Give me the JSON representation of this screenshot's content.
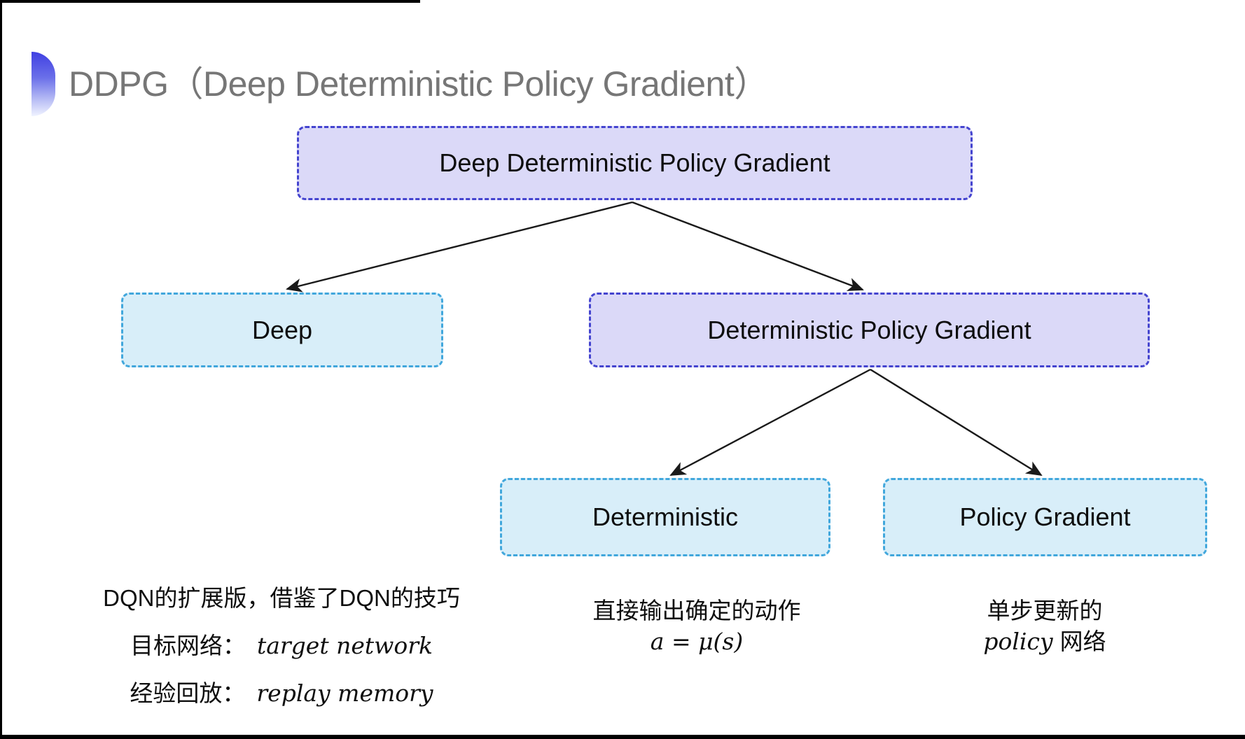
{
  "title": "DDPG（Deep Deterministic Policy Gradient）",
  "tree": {
    "root": "Deep Deterministic Policy Gradient",
    "deep": "Deep",
    "dpg": "Deterministic Policy Gradient",
    "deterministic": "Deterministic",
    "policy_gradient": "Policy Gradient"
  },
  "notes": {
    "dqn_line": "DQN的扩展版，借鉴了DQN的技巧",
    "target_zh": "目标网络：",
    "target_en": "target network",
    "replay_zh": "经验回放：",
    "replay_en": "replay memory",
    "det_line": "直接输出确定的动作",
    "det_formula": "a = μ(s)",
    "pg_line": "单步更新的",
    "pg_en": "policy",
    "pg_zh": "网络"
  },
  "colors": {
    "purple_fill": "#dbd9f8",
    "purple_border": "#4444cf",
    "cyan_fill": "#d8eef9",
    "cyan_border": "#41a7dc",
    "title_gray": "#767676",
    "text_black": "#0e0e0e",
    "arrow_black": "#1a1a1a",
    "accent_blue_top": "#4040e2",
    "accent_blue_bottom": "#f0f3ff"
  }
}
